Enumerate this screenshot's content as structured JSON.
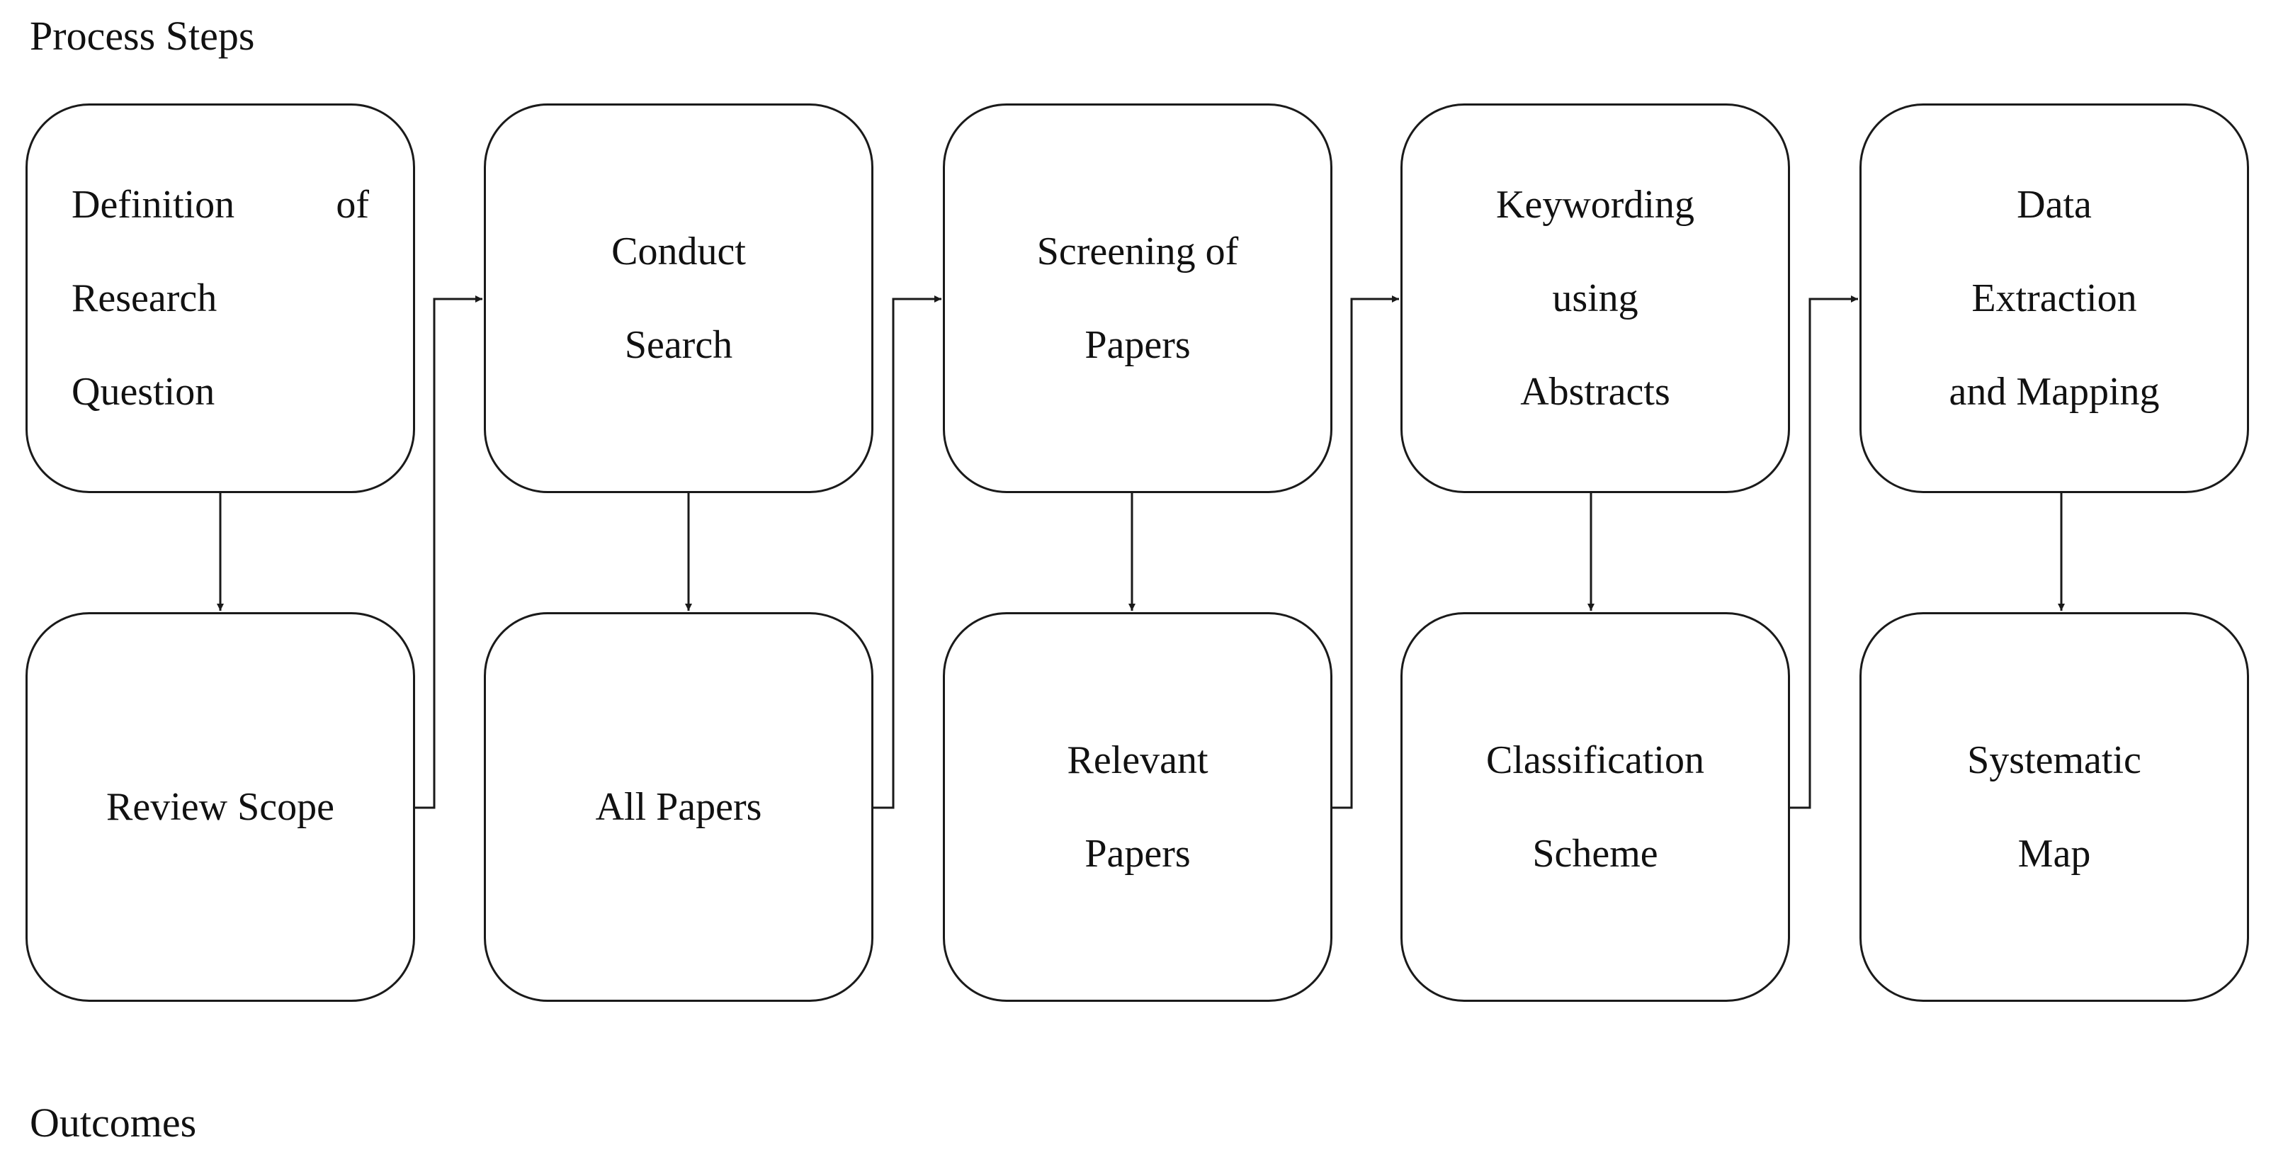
{
  "labels": {
    "process_steps": "Process Steps",
    "outcomes": "Outcomes"
  },
  "process_steps": [
    {
      "lines": [
        "Definition of",
        "Research",
        "Question"
      ]
    },
    {
      "lines": [
        "Conduct",
        "Search"
      ]
    },
    {
      "lines": [
        "Screening of",
        "Papers"
      ]
    },
    {
      "lines": [
        "Keywording",
        "using",
        "Abstracts"
      ]
    },
    {
      "lines": [
        "Data",
        "Extraction",
        "and Mapping"
      ]
    }
  ],
  "outcomes": [
    {
      "lines": [
        "Review Scope"
      ]
    },
    {
      "lines": [
        "All Papers"
      ]
    },
    {
      "lines": [
        "Relevant",
        "Papers"
      ]
    },
    {
      "lines": [
        "Classification",
        "Scheme"
      ]
    },
    {
      "lines": [
        "Systematic",
        "Map"
      ]
    }
  ],
  "colors": {
    "stroke": "#1a1a1a",
    "text": "#111111",
    "background": "#ffffff"
  }
}
